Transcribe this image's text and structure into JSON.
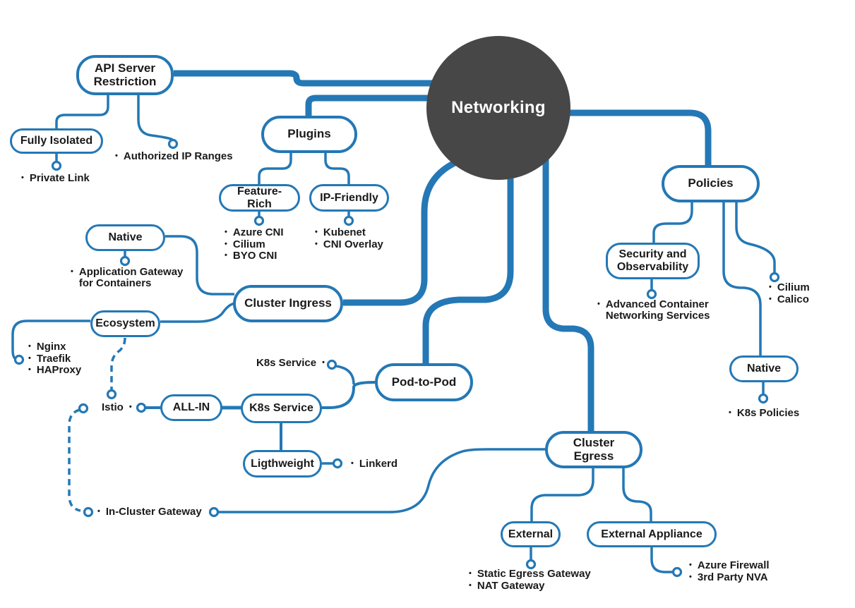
{
  "title": "Networking mind map",
  "bullet_char": "•",
  "colors": {
    "line": "#2478b5",
    "center_fill": "#474747",
    "center_text": "#ffffff",
    "text": "#1a1a1a"
  },
  "center": {
    "label": "Networking"
  },
  "nodes": {
    "api_server_restriction": "API Server Restriction",
    "fully_isolated": "Fully Isolated",
    "plugins": "Plugins",
    "feature_rich": "Feature-Rich",
    "ip_friendly": "IP-Friendly",
    "native_ingress": "Native",
    "cluster_ingress": "Cluster Ingress",
    "ecosystem": "Ecosystem",
    "all_in": "ALL-IN",
    "k8s_service": "K8s Service",
    "pod_to_pod": "Pod-to-Pod",
    "ligthweight": "Ligthweight",
    "cluster_egress": "Cluster Egress",
    "external": "External",
    "external_appliance": "External Appliance",
    "policies": "Policies",
    "security_observability": "Security and Observability",
    "native_policies": "Native"
  },
  "labels": {
    "istio": "Istio",
    "k8s_service_ref": "K8s Service",
    "in_cluster_gateway": "In-Cluster Gateway"
  },
  "lists": {
    "fully_isolated": [
      "Private Link"
    ],
    "api_restriction": [
      "Authorized IP Ranges"
    ],
    "feature_rich": [
      "Azure CNI",
      "Cilium",
      "BYO CNI"
    ],
    "ip_friendly": [
      "Kubenet",
      "CNI Overlay"
    ],
    "native_ingress": [
      "Application Gateway for Containers"
    ],
    "ecosystem": [
      "Nginx",
      "Traefik",
      "HAProxy"
    ],
    "ligthweight": [
      "Linkerd"
    ],
    "security_observability": [
      "Advanced Container Networking Services"
    ],
    "policies_bullets": [
      "Cilium",
      "Calico"
    ],
    "native_policies": [
      "K8s Policies"
    ],
    "external": [
      "Static Egress Gateway",
      "NAT Gateway"
    ],
    "external_appliance": [
      "Azure Firewall",
      "3rd Party NVA"
    ]
  }
}
